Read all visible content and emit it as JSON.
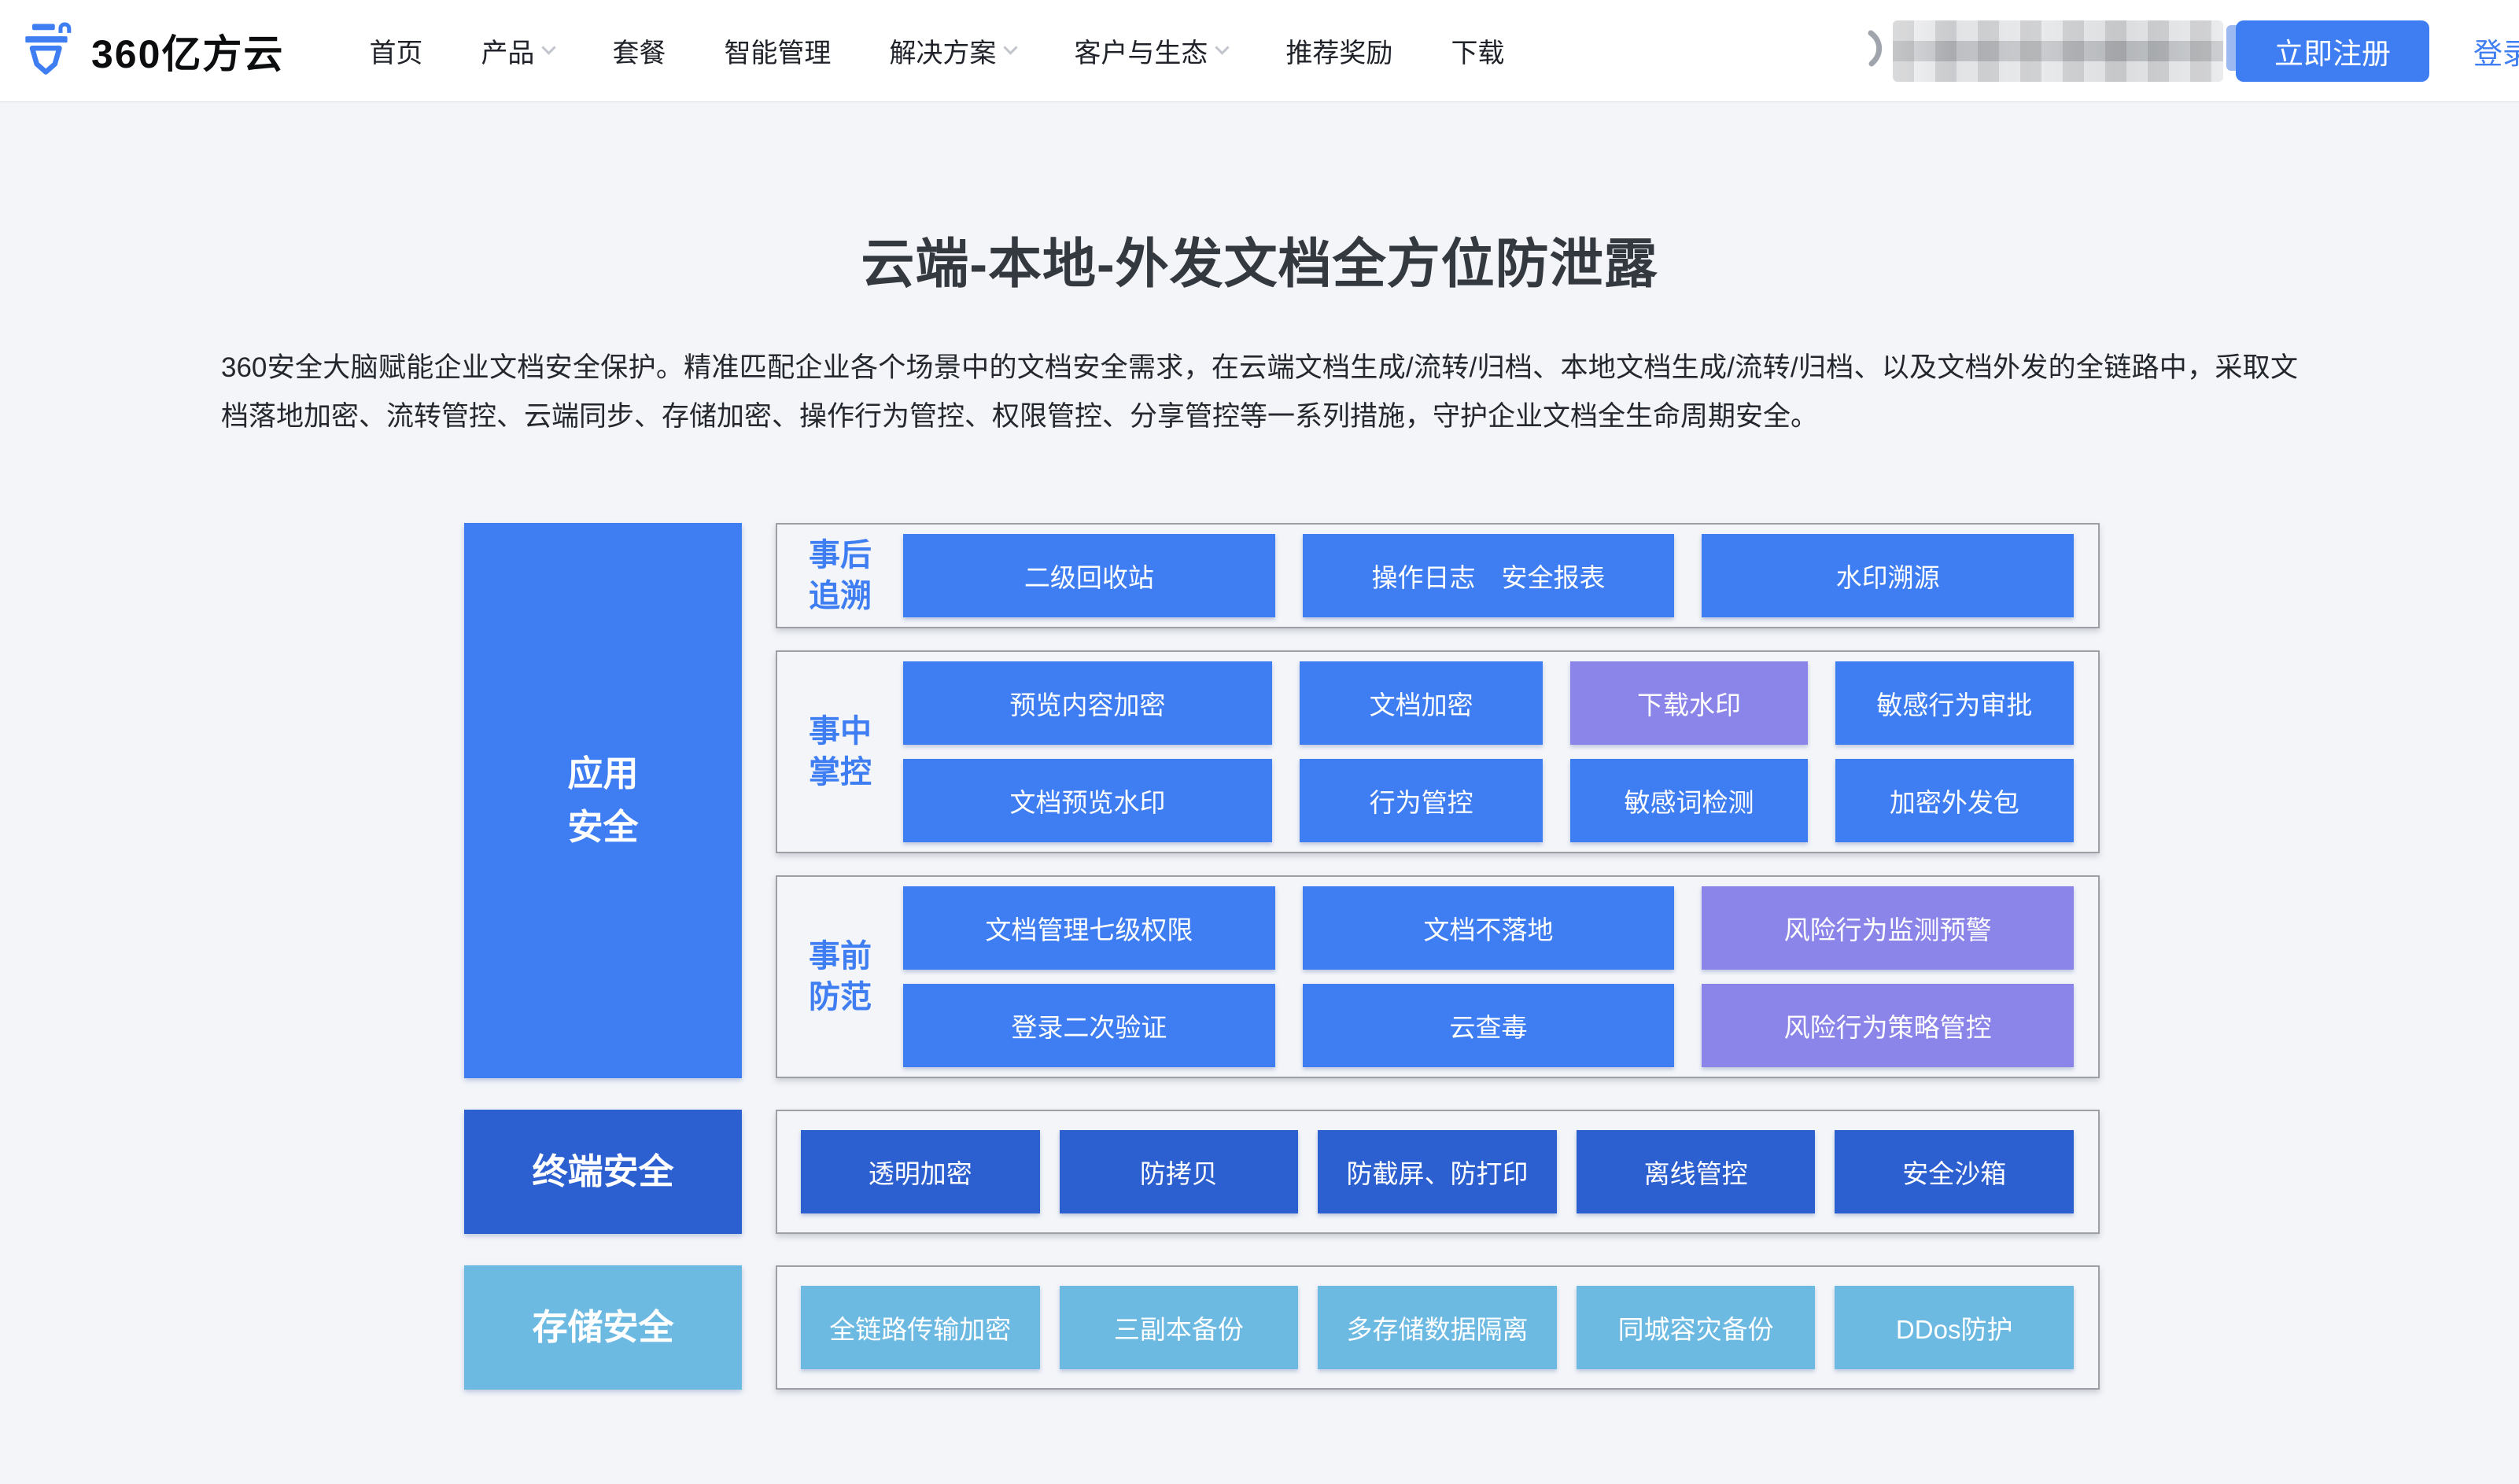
{
  "header": {
    "logo_text": "360亿方云",
    "nav": [
      {
        "label": "首页",
        "has_dropdown": false
      },
      {
        "label": "产品",
        "has_dropdown": true
      },
      {
        "label": "套餐",
        "has_dropdown": false
      },
      {
        "label": "智能管理",
        "has_dropdown": false
      },
      {
        "label": "解决方案",
        "has_dropdown": true
      },
      {
        "label": "客户与生态",
        "has_dropdown": true
      },
      {
        "label": "推荐奖励",
        "has_dropdown": false
      },
      {
        "label": "下载",
        "has_dropdown": false
      }
    ],
    "register_label": "立即注册",
    "login_label": "登录"
  },
  "hero": {
    "title": "云端-本地-外发文档全方位防泄露",
    "description": "360安全大脑赋能企业文档安全保护。精准匹配企业各个场景中的文档安全需求，在云端文档生成/流转/归档、本地文档生成/流转/归档、以及文档外发的全链路中，采取文档落地加密、流转管控、云端同步、存储加密、操作行为管控、权限管控、分享管控等一系列措施，守护企业文档全生命周期安全。"
  },
  "diagram": {
    "colors": {
      "primary": "#3E7EF2",
      "purple": "#8B84E9",
      "dark": "#2C5FD0",
      "light": "#6CB9E2"
    },
    "bands": [
      {
        "side_label": "应用安全",
        "side_label_lines": [
          "应用",
          "安全"
        ],
        "side_color": "primary",
        "groups": [
          {
            "label": "事后追溯",
            "label_lines": [
              "事后",
              "追溯"
            ],
            "layout": "three",
            "rows": [
              [
                {
                  "text": "二级回收站"
                },
                {
                  "text": "操作日志　安全报表"
                },
                {
                  "text": "水印溯源"
                }
              ]
            ]
          },
          {
            "label": "事中掌控",
            "label_lines": [
              "事中",
              "掌控"
            ],
            "layout": "fourWide",
            "rows": [
              [
                {
                  "text": "预览内容加密"
                },
                {
                  "text": "文档加密"
                },
                {
                  "text": "下载水印",
                  "color": "purple"
                },
                {
                  "text": "敏感行为审批"
                }
              ],
              [
                {
                  "text": "文档预览水印"
                },
                {
                  "text": "行为管控"
                },
                {
                  "text": "敏感词检测"
                },
                {
                  "text": "加密外发包"
                }
              ]
            ]
          },
          {
            "label": "事前防范",
            "label_lines": [
              "事前",
              "防范"
            ],
            "layout": "three",
            "rows": [
              [
                {
                  "text": "文档管理七级权限"
                },
                {
                  "text": "文档不落地"
                },
                {
                  "text": "风险行为监测预警",
                  "color": "purple"
                }
              ],
              [
                {
                  "text": "登录二次验证"
                },
                {
                  "text": "云查毒"
                },
                {
                  "text": "风险行为策略管控",
                  "color": "purple"
                }
              ]
            ]
          }
        ]
      },
      {
        "side_label": "终端安全",
        "side_label_lines": [
          "终端安全"
        ],
        "side_color": "dark",
        "groups": [
          {
            "label": "",
            "label_lines": [],
            "layout": "five",
            "box_color": "dark",
            "rows": [
              [
                {
                  "text": "透明加密"
                },
                {
                  "text": "防拷贝"
                },
                {
                  "text": "防截屏、防打印"
                },
                {
                  "text": "离线管控"
                },
                {
                  "text": "安全沙箱"
                }
              ]
            ]
          }
        ]
      },
      {
        "side_label": "存储安全",
        "side_label_lines": [
          "存储安全"
        ],
        "side_color": "light",
        "groups": [
          {
            "label": "",
            "label_lines": [],
            "layout": "five",
            "box_color": "light",
            "rows": [
              [
                {
                  "text": "全链路传输加密"
                },
                {
                  "text": "三副本备份"
                },
                {
                  "text": "多存储数据隔离"
                },
                {
                  "text": "同城容灾备份"
                },
                {
                  "text": "DDos防护"
                }
              ]
            ]
          }
        ]
      }
    ]
  }
}
